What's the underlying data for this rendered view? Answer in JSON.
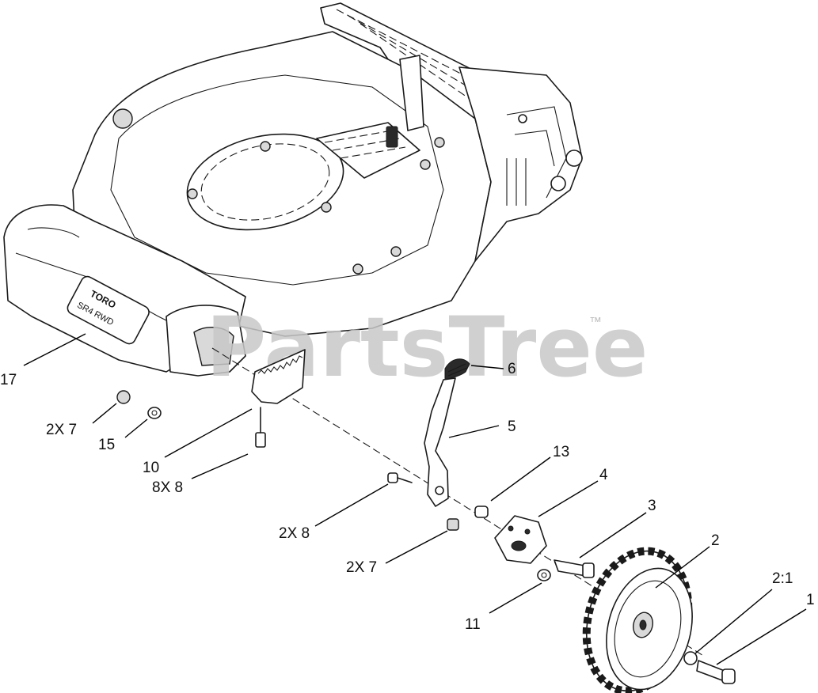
{
  "watermark": {
    "text": "PartsTree",
    "trademark": "™"
  },
  "callouts": {
    "c1": "1",
    "c2": "2",
    "c2_1": "2:1",
    "c3": "3",
    "c4": "4",
    "c5": "5",
    "c6": "6",
    "c10": "10",
    "c11": "11",
    "c13": "13",
    "c15": "15",
    "c17": "17",
    "c2x7_upper": "2X 7",
    "c2x7_lower": "2X 7",
    "c2x8": "2X 8",
    "c8x8": "8X 8"
  },
  "deck_markings": {
    "brand": "TORO",
    "model": "SR4 RWD"
  }
}
